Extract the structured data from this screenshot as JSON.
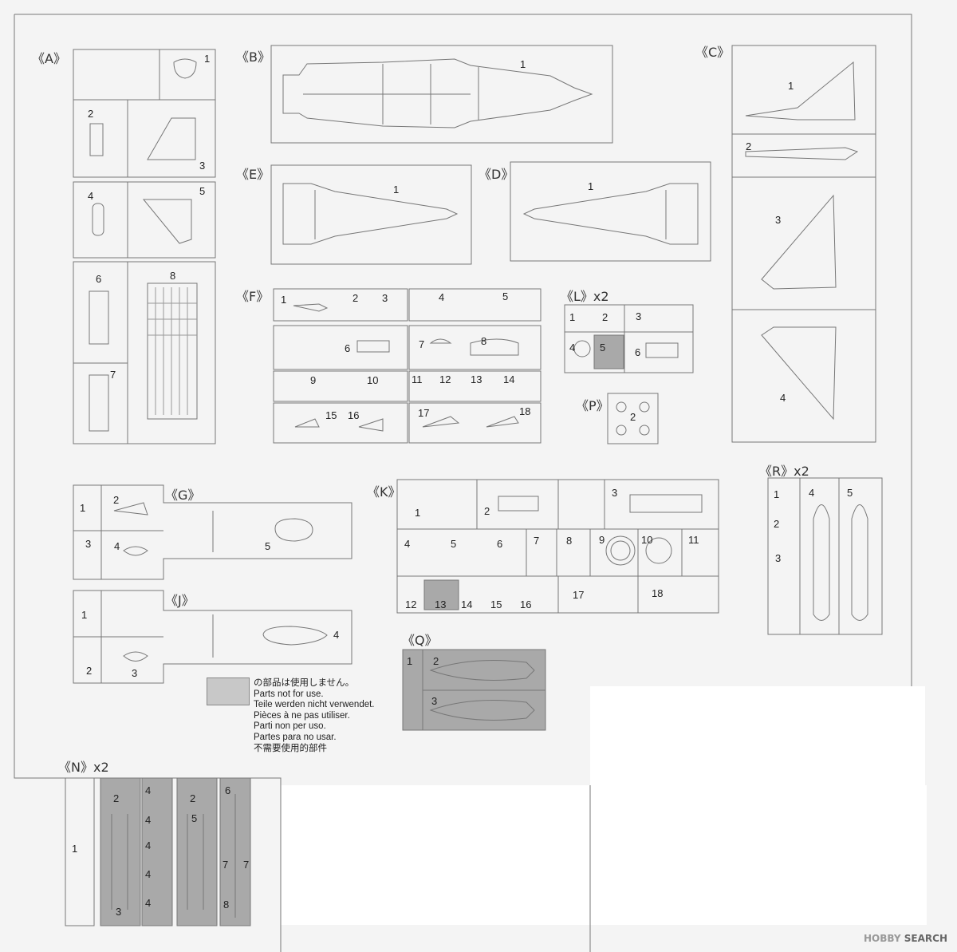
{
  "sprue_labels": {
    "A": "《A》",
    "B": "《B》",
    "C": "《C》",
    "D": "《D》",
    "E": "《E》",
    "F": "《F》",
    "G": "《G》",
    "J": "《J》",
    "K": "《K》",
    "L": "《L》x2",
    "N": "《N》x2",
    "P": "《P》",
    "Q": "《Q》",
    "R": "《R》x2"
  },
  "legend": {
    "lines": [
      "の部品は使用しません。",
      "Parts not for use.",
      "Teile werden nicht verwendet.",
      "Pièces à ne pas utiliser.",
      "Parti non per uso.",
      "Partes para no usar.",
      "不需要使用的部件"
    ],
    "swatch_color": "#c8c8c8"
  },
  "watermark": {
    "logo": "HOBBY",
    "text": "SEARCH"
  },
  "colors": {
    "line": "#777777",
    "unused_fill": "#a9a9a9",
    "paper": "#f4f4f4"
  }
}
